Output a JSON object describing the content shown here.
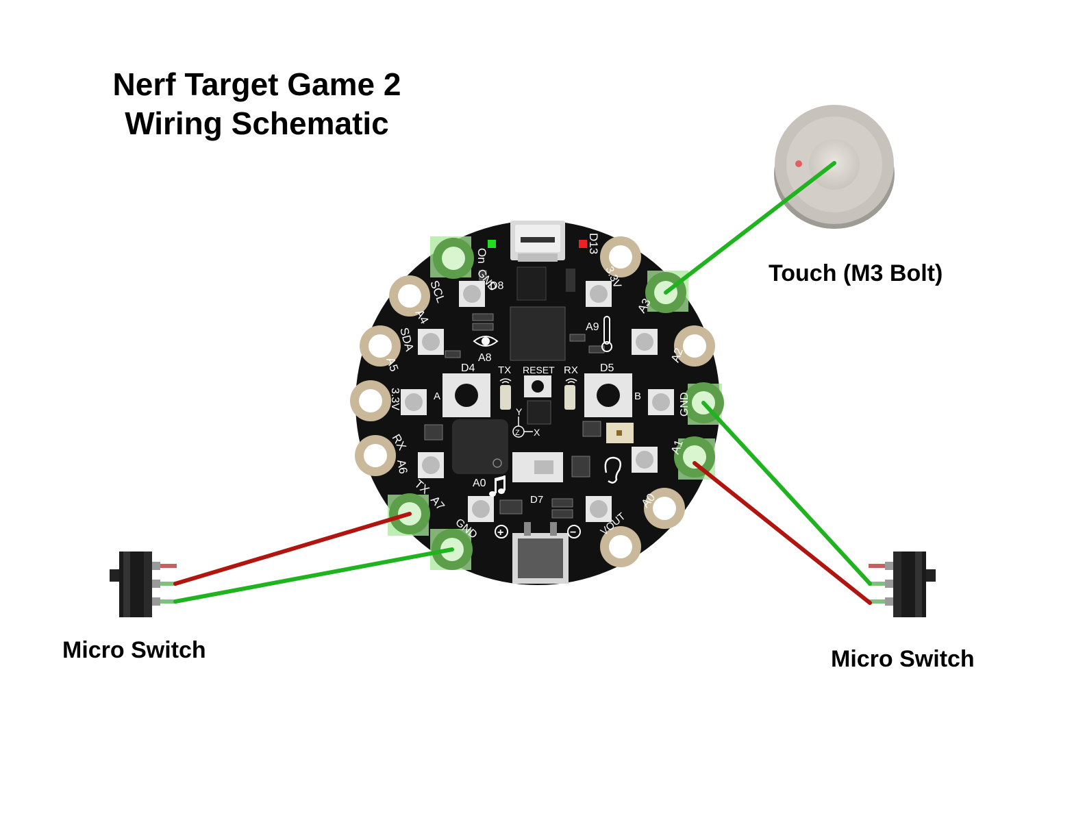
{
  "title": {
    "line1": "Nerf Target Game 2",
    "line2": "Wiring Schematic"
  },
  "labels": {
    "touch": "Touch (M3 Bolt)",
    "switch_left": "Micro Switch",
    "switch_right": "Micro Switch"
  },
  "board": {
    "pads": {
      "on": "On",
      "d13": "D13",
      "gnd_tl": "GND",
      "scl": "SCL",
      "a4": "A4",
      "sda": "SDA",
      "a5": "A5",
      "v33_left": "3.3V",
      "rx": "RX",
      "a6": "A6",
      "tx": "TX",
      "a7": "A7",
      "gnd_bl": "GND",
      "v33_right": "3.3V",
      "a3": "A3",
      "a2": "A2",
      "gnd_r": "GND",
      "a1": "A1",
      "a0": "A0",
      "vout": "VOUT"
    },
    "silk": {
      "d8": "D8",
      "a8": "A8",
      "a9": "A9",
      "d4": "D4",
      "d5": "D5",
      "tx": "TX",
      "rx": "RX",
      "reset": "RESET",
      "btn_a": "A",
      "btn_b": "B",
      "axis_y": "Y",
      "axis_x": "X",
      "axis_z": "Z",
      "a0": "A0",
      "d7": "D7",
      "plus": "+",
      "minus": "−"
    }
  },
  "colors": {
    "wire_green": "#1fb31f",
    "wire_red": "#b0150f",
    "board": "#111111",
    "pad": "#c9b99a",
    "connected_pad": "#8ed67c"
  },
  "icons": [
    "eye-icon",
    "thermometer-icon",
    "ear-icon",
    "music-note-icon",
    "wifi-icon"
  ]
}
